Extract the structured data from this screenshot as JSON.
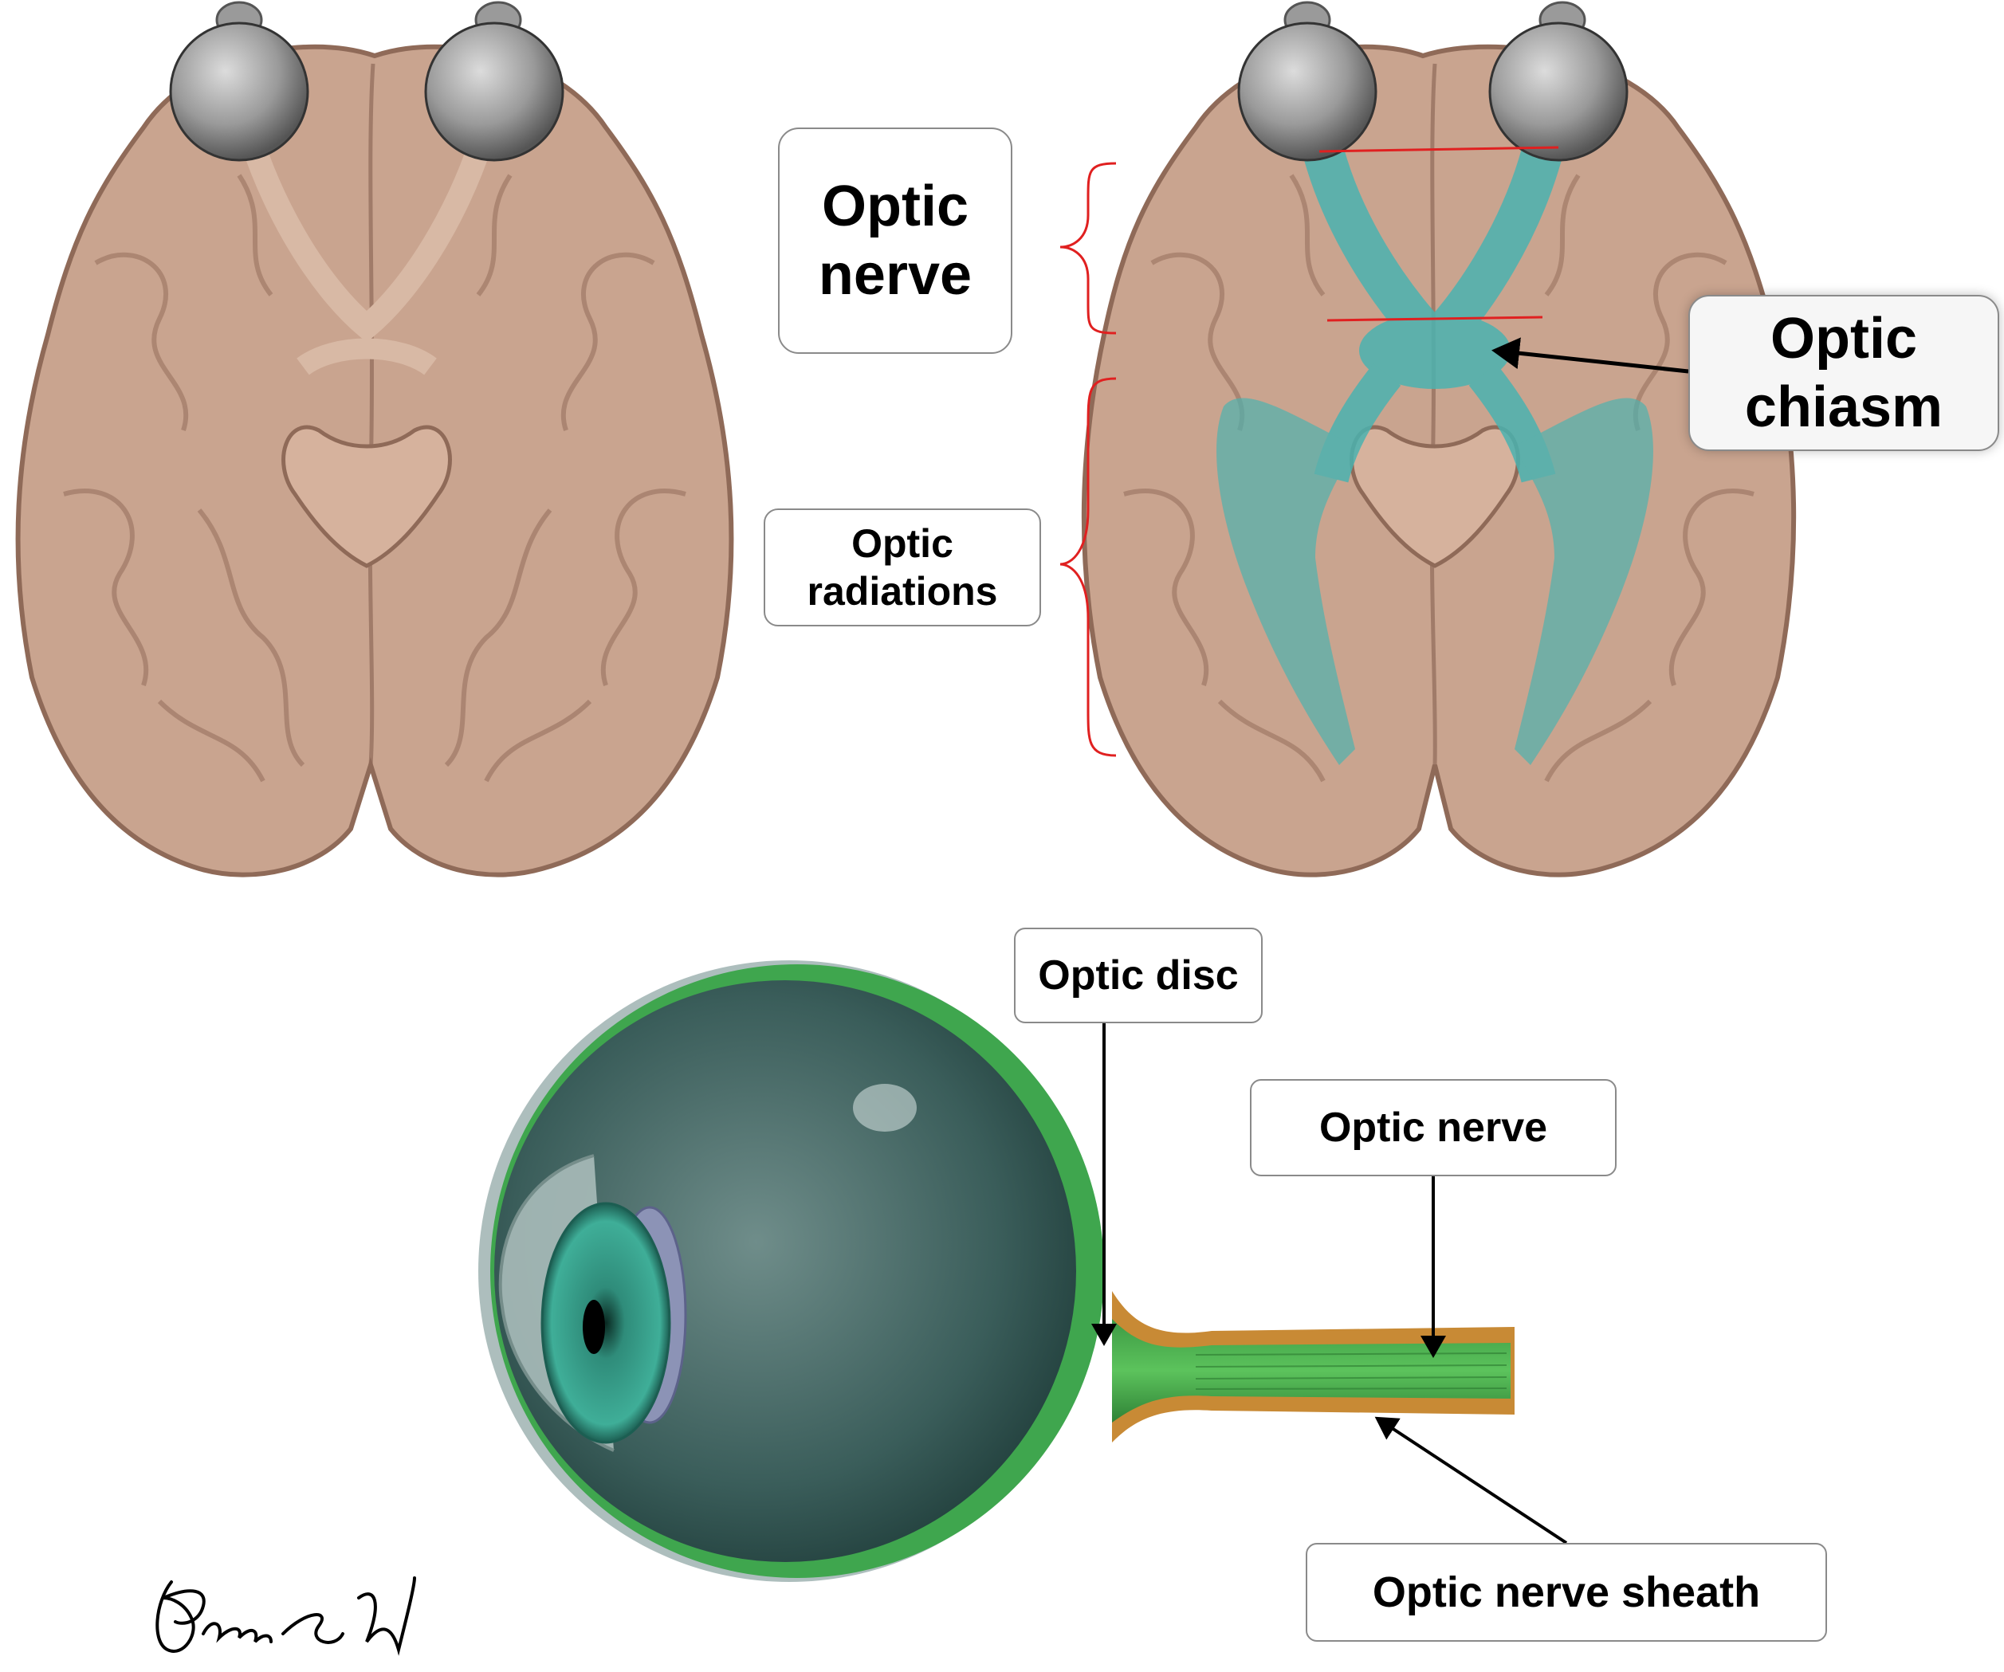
{
  "labels": {
    "optic_nerve_top": [
      "Optic",
      "nerve"
    ],
    "optic_radiations": [
      "Optic",
      "radiations"
    ],
    "optic_chiasm": [
      "Optic",
      "chiasm"
    ],
    "optic_disc": "Optic disc",
    "optic_nerve_eye": "Optic nerve",
    "optic_nerve_sheath": "Optic nerve sheath"
  },
  "signature": "Paula SW",
  "colors": {
    "brain": "#c9a48f",
    "brain_shadow": "#8f6a58",
    "visual_pathway": "#4ab3b0",
    "eyeball": "#2f5a57",
    "retina_rim": "#3fa64e",
    "nerve_fibers": "#4aa84a",
    "nerve_sheath": "#c88a35",
    "bracket": "#e02020",
    "arrow": "#000000"
  }
}
